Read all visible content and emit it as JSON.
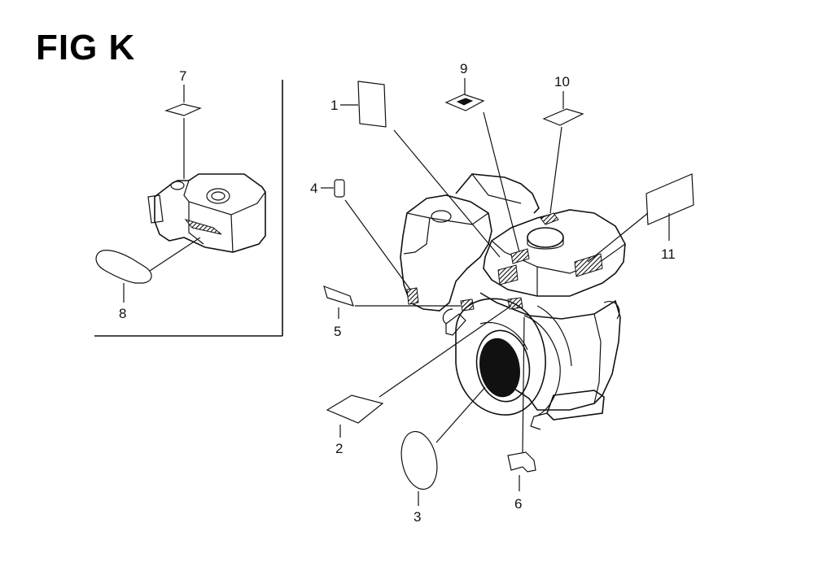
{
  "figure": {
    "title": "FIG K",
    "callouts": [
      "1",
      "2",
      "3",
      "4",
      "5",
      "6",
      "7",
      "8",
      "9",
      "10",
      "11"
    ]
  }
}
